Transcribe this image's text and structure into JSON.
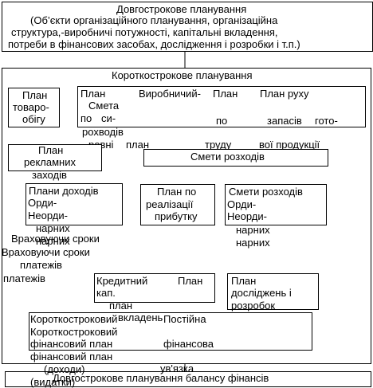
{
  "long_term": {
    "title": "Довгострокове планування",
    "line1": "(Об’єкти організаційного планування, організаційна",
    "line2": "структура,-виробничі потужності, капітальні вкладення,",
    "line3": "потреби в фінансових засобах, дослідження і розробки і т.п.)"
  },
  "short_term": {
    "title": "Короткострокове планування"
  },
  "plan_turnover": {
    "l1": "План",
    "l2": "товаро-",
    "l3": "обігу"
  },
  "top_row": {
    "plan1": "План",
    "smeta": "Смета",
    "po": "по",
    "si": "си-",
    "vyrob": "Виробничий-",
    "plan2": "План",
    "plan_ruhu": "План руху",
    "rozhodiv": "рохводів",
    "po2": "по",
    "zapasiv": "запасів",
    "goto": "гото-",
    "rovni": "ровні",
    "plan3": "план",
    "trudu": "труду",
    "voi_prod": "вої продукції"
  },
  "plan_ads": {
    "l1": "План",
    "l2": "рекламних",
    "l3": "заходів"
  },
  "cost_estimates_top": "Смети розходів",
  "income_plans": {
    "l1": "Плани доходів",
    "l2": "Орди-",
    "l3": "Неорди-",
    "l4": "нарних",
    "l5": "нарних"
  },
  "realization_plan": {
    "l1": "План по",
    "l2": "реалізації",
    "l3": "прибутку"
  },
  "cost_estimates_mid": {
    "l1": "Смети розходів",
    "l2": "Орди-",
    "l3": "Неорди-",
    "l4": "нарних",
    "l5": "нарних"
  },
  "payment_terms": {
    "l1": "Враховуючи сроки",
    "l2": "Враховуючи сроки",
    "l3": "платежів",
    "l4": "платежів"
  },
  "credit_plan": {
    "l1": "Кредитний",
    "l2": "кап.",
    "l3": "план",
    "l4": "вкладень"
  },
  "plan_invest": "План",
  "research_plan": {
    "l1": "План",
    "l2": "досліджень і",
    "l3": "розробок"
  },
  "finance_plan": {
    "l1": "Короткостроковий",
    "l2": "Короткостроковий",
    "l3": "фінансовий план",
    "l4": "фінансовий план",
    "l5": "(доходи)",
    "l6": "(видатки)",
    "postiyna": "Постійна",
    "finansova": "фінансова",
    "vyazka": "ув'язка"
  },
  "bottom": "Довгострокове планування балансу фінансів"
}
